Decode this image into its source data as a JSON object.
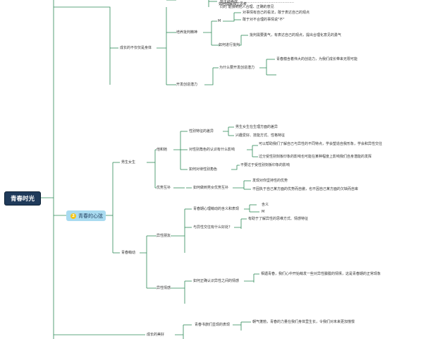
{
  "root": {
    "label": "青春时光"
  },
  "branch": {
    "number": "2",
    "label": "青春的心弦"
  },
  "upper": {
    "top1": "能主动养成…………………………………………",
    "top2": "如何理解独立思考",
    "top3": "同时  能接纳他人合理、正确的意见",
    "n_critical": "培养批判精神",
    "n_m": "M",
    "n_m_a": "对事情有自己的看法，敢于表达自己的观点",
    "n_m_b": "敢于对不合理的事情说\"不\"",
    "n_how": "如何进行批判",
    "n_how_a": "批判需要勇气，有表达自己的观点，提出合理化意见的勇气",
    "n_growth": "成长的不仅仅是身体",
    "n_creative": "开发创造潜力",
    "n_why": "为什么要开发创造潜力",
    "n_why_a": "青春蕴含着伟大的创造力，为我们成长带来无限可能"
  },
  "gender": {
    "boys_girls": "男生女生",
    "gender_diff": "性别特征的差异",
    "gd_a": "男生女生在生理方面的差异",
    "gd_b": "兴趣爱好、技能方式、性格特征",
    "understand": "他和她",
    "role": "对性别角色的认识有什么影响",
    "role_a": "可以帮助我们了解自己与异性的不同特点，学会塑造自我形象，学会和异性交往",
    "role_b": "过分受性别刻板印象的影响也可能在某种程度上影响我们自身潜能的发挥",
    "view": "如何对待性别角色",
    "view_a": "不要过于受性别刻板印象的影响",
    "strengths": "优势互补",
    "how_str": "如何做到男女优势互补",
    "how_str_a": "发现对你坚持性的优势",
    "how_str_b": "不固执于自己某方面的优势而自傲，也不因自己某方面的欠缺而自卑"
  },
  "feel": {
    "emotion": "青春萌动",
    "friend": "异性朋友",
    "meaning": "青春期心理萌动的含义和表现",
    "meaning_a": "含义",
    "meaning_b": "M",
    "benefit": "与异性交往有什么好处？",
    "benefit_a": "有助于了解异性的思维方式、情感特征",
    "affection": "异性情感",
    "how_aff": "如何正确认识异性之间的情感",
    "how_aff_a": "相遇青春，我们心中开始萌发一些对异性朦胧的情愫，这是青春期的正常现象"
  },
  "bottom": {
    "growth_beauty": "成长的美好",
    "gift": "青春书旅们显现的表现",
    "gift_a": "朝气蓬勃，青春的力量在我们身体里生长，令我们对未来更加憧憬"
  }
}
